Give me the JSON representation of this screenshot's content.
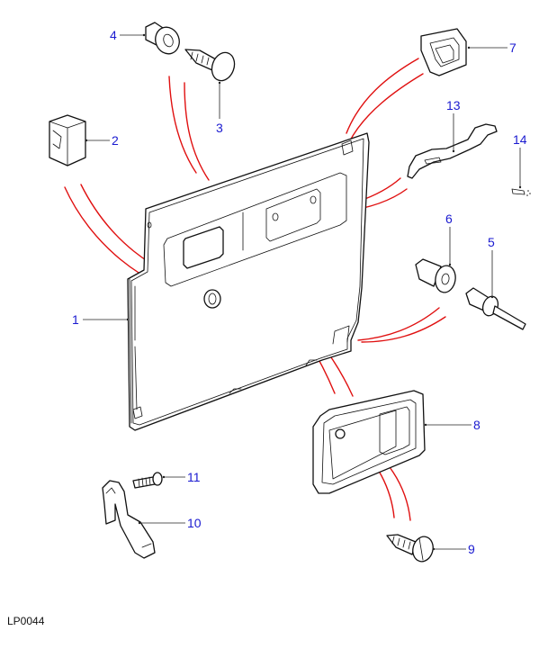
{
  "diagram": {
    "title": "Door trim panel - exploded parts view",
    "reference_code": "LP0044",
    "callout_color": "#1a1ad0",
    "connector_color": "#e01010",
    "callouts": [
      {
        "number": "1",
        "part": "door trim panel"
      },
      {
        "number": "2",
        "part": "square clip block"
      },
      {
        "number": "3",
        "part": "trim fastener screw"
      },
      {
        "number": "4",
        "part": "flanged bush"
      },
      {
        "number": "5",
        "part": "pop rivet"
      },
      {
        "number": "6",
        "part": "flanged bush"
      },
      {
        "number": "7",
        "part": "escutcheon bezel"
      },
      {
        "number": "8",
        "part": "door handle bezel"
      },
      {
        "number": "9",
        "part": "slotted screw"
      },
      {
        "number": "10",
        "part": "hook bracket"
      },
      {
        "number": "11",
        "part": "bolt"
      },
      {
        "number": "13",
        "part": "pull handle"
      },
      {
        "number": "14",
        "part": "small screw"
      }
    ]
  }
}
